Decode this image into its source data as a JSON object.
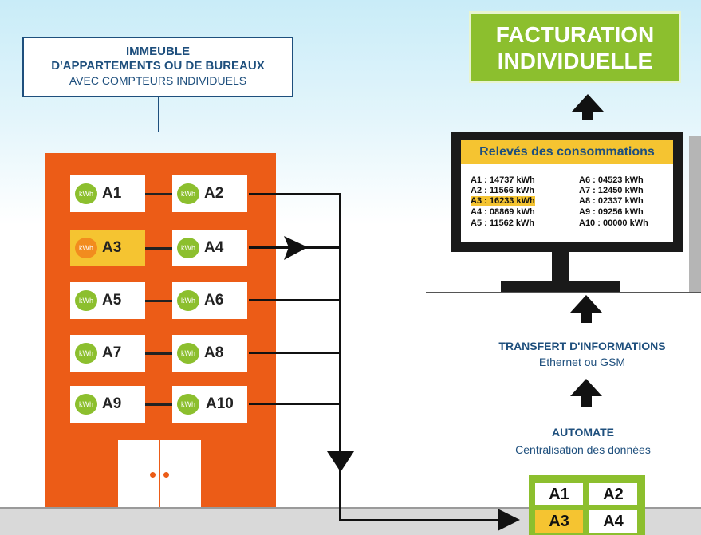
{
  "building_title": {
    "line1": "IMMEUBLE",
    "line2": "D'APPARTEMENTS OU DE BUREAUX",
    "line3": "AVEC COMPTEURS INDIVIDUELS"
  },
  "meter_badge": "kWh",
  "units": [
    {
      "left": "A1",
      "right": "A2"
    },
    {
      "left": "A3",
      "right": "A4"
    },
    {
      "left": "A5",
      "right": "A6"
    },
    {
      "left": "A7",
      "right": "A8"
    },
    {
      "left": "A9",
      "right": "A10"
    }
  ],
  "highlighted_unit": "A3",
  "billing": {
    "line1": "FACTURATION",
    "line2": "INDIVIDUELLE"
  },
  "monitor": {
    "title": "Relevés des consommations",
    "readings_left": [
      "A1 : 14737 kWh",
      "A2 : 11566 kWh",
      "A3 : 16233 kWh",
      "A4 : 08869 kWh",
      "A5 : 11562 kWh"
    ],
    "readings_right": [
      "A6 : 04523 kWh",
      "A7 : 12450 kWh",
      "A8 : 02337 kWh",
      "A9 : 09256 kWh",
      "A10 : 00000 kWh"
    ]
  },
  "transfer": {
    "title": "TRANSFERT D'INFORMATIONS",
    "subtitle": "Ethernet ou GSM"
  },
  "automate": {
    "title": "AUTOMATE",
    "subtitle": "Centralisation des données"
  },
  "automate_cells": [
    "A1",
    "A2",
    "A3",
    "A4"
  ],
  "colors": {
    "building": "#ec5c17",
    "meter": "#8cbf2e",
    "highlight": "#f5c431",
    "title_text": "#1e4f7d"
  }
}
